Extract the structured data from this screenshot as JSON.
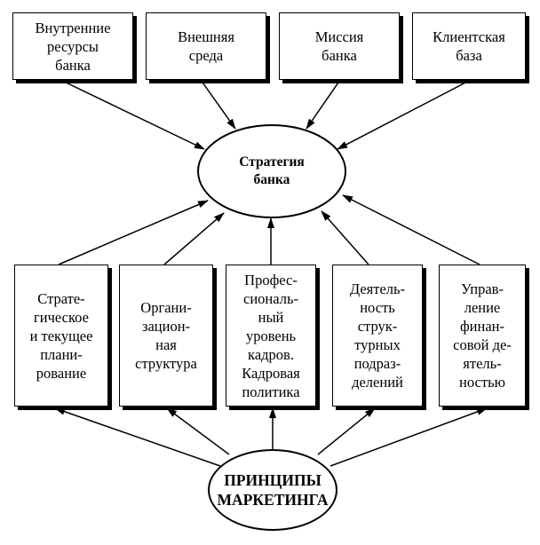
{
  "inputs": [
    {
      "key": "internal-resources",
      "label": "Внутренние\nресурсы\nбанка"
    },
    {
      "key": "external-environment",
      "label": "Внешняя\nсреда"
    },
    {
      "key": "bank-mission",
      "label": "Миссия\nбанка"
    },
    {
      "key": "client-base",
      "label": "Клиентская\nбаза"
    }
  ],
  "strategy": {
    "label": "Стратегия\nбанка"
  },
  "components": [
    {
      "key": "planning",
      "label": "Страте-\nгическое\nи текущее\nплани-\nрование"
    },
    {
      "key": "org-structure",
      "label": "Органи-\nзацион-\nная\nструктура"
    },
    {
      "key": "personnel",
      "label": "Профес-\nсиональ-\nный\nуровень\nкадров.\nКадровая\nполитика"
    },
    {
      "key": "departments",
      "label": "Деятель-\nность\nструк-\nтурных\nподраз-\nделений"
    },
    {
      "key": "finance",
      "label": "Управ-\nление\nфинан-\nсовой де-\nятель-\nностью"
    }
  ],
  "principles": {
    "label": "ПРИНЦИПЫ\nМАРКЕТИНГА"
  }
}
